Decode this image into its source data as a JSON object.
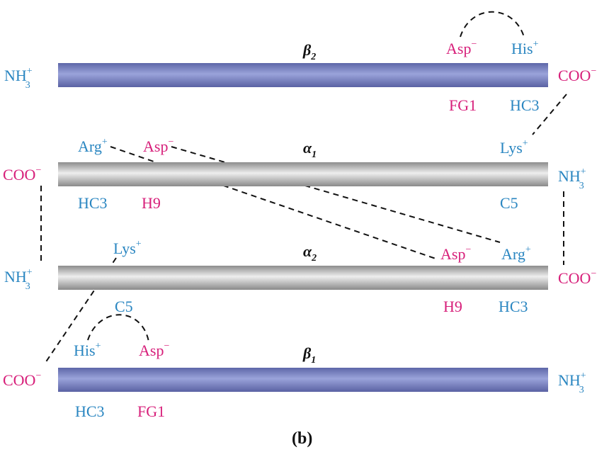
{
  "caption": "(b)",
  "colors": {
    "blue": "#2a86c1",
    "magenta": "#d71f7a",
    "beta_bar": "#7f88c8",
    "alpha_bar": "#b5b5b5"
  },
  "chains": {
    "beta2": {
      "name_main": "β",
      "name_sub": "2",
      "left_end": {
        "main": "NH",
        "sup": "+",
        "sub": "3"
      },
      "right_end": {
        "main": "COO",
        "sup": "−"
      },
      "top_left_res": {
        "main": "Asp",
        "sup": "−"
      },
      "top_right_res": {
        "main": "His",
        "sup": "+"
      },
      "bottom_left_pos": "FG1",
      "bottom_right_pos": "HC3"
    },
    "alpha1": {
      "name_main": "α",
      "name_sub": "1",
      "left_end": {
        "main": "COO",
        "sup": "−"
      },
      "right_end": {
        "main": "NH",
        "sup": "+",
        "sub": "3"
      },
      "top_res_1": {
        "main": "Arg",
        "sup": "+"
      },
      "top_res_2": {
        "main": "Asp",
        "sup": "−"
      },
      "top_res_3": {
        "main": "Lys",
        "sup": "+"
      },
      "pos_1": "HC3",
      "pos_2": "H9",
      "pos_3": "C5"
    },
    "alpha2": {
      "name_main": "α",
      "name_sub": "2",
      "left_end": {
        "main": "NH",
        "sup": "+",
        "sub": "3"
      },
      "right_end": {
        "main": "COO",
        "sup": "−"
      },
      "top_res_1": {
        "main": "Lys",
        "sup": "+"
      },
      "top_res_2": {
        "main": "Asp",
        "sup": "−"
      },
      "top_res_3": {
        "main": "Arg",
        "sup": "+"
      },
      "pos_1": "C5",
      "pos_2": "H9",
      "pos_3": "HC3"
    },
    "beta1": {
      "name_main": "β",
      "name_sub": "1",
      "left_end": {
        "main": "COO",
        "sup": "−"
      },
      "right_end": {
        "main": "NH",
        "sup": "+",
        "sub": "3"
      },
      "top_res_1": {
        "main": "His",
        "sup": "+"
      },
      "top_res_2": {
        "main": "Asp",
        "sup": "−"
      },
      "pos_1": "HC3",
      "pos_2": "FG1"
    }
  }
}
